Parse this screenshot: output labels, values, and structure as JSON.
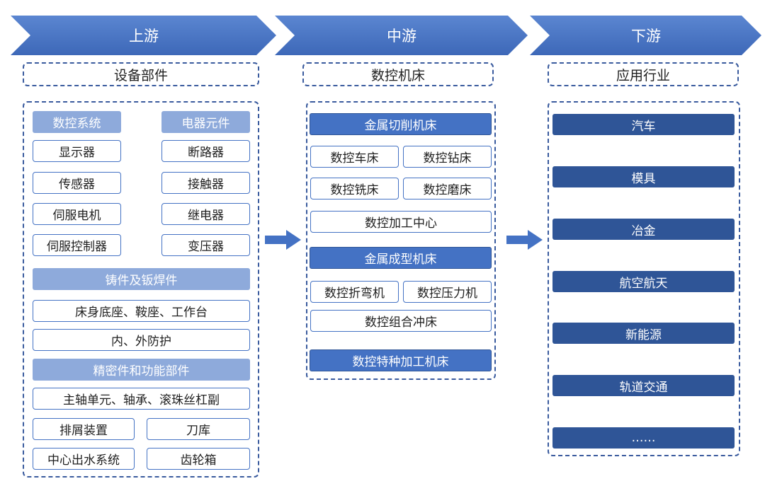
{
  "colors": {
    "accent": "#4472c4",
    "light": "#8eaadb",
    "dark": "#2f5597"
  },
  "stages": [
    "上游",
    "中游",
    "下游"
  ],
  "upstream": {
    "title": "设备部件",
    "systems": {
      "label": "数控系统",
      "items": [
        "显示器",
        "传感器",
        "伺服电机",
        "伺服控制器"
      ]
    },
    "electrical": {
      "label": "电器元件",
      "items": [
        "断路器",
        "接触器",
        "继电器",
        "变压器"
      ]
    },
    "castings": {
      "label": "铸件及钣焊件",
      "items": [
        "床身底座、鞍座、工作台",
        "内、外防护"
      ]
    },
    "precision": {
      "label": "精密件和功能部件",
      "items": [
        "主轴单元、轴承、滚珠丝杠副",
        "排屑装置",
        "刀库",
        "中心出水系统",
        "齿轮箱"
      ]
    }
  },
  "midstream": {
    "title": "数控机床",
    "cutting": {
      "label": "金属切削机床",
      "items": [
        "数控车床",
        "数控钻床",
        "数控铣床",
        "数控磨床",
        "数控加工中心"
      ]
    },
    "forming": {
      "label": "金属成型机床",
      "items": [
        "数控折弯机",
        "数控压力机",
        "数控组合冲床"
      ]
    },
    "special": {
      "label": "数控特种加工机床"
    }
  },
  "downstream": {
    "title": "应用行业",
    "items": [
      "汽车",
      "模具",
      "冶金",
      "航空航天",
      "新能源",
      "轨道交通",
      "……"
    ]
  }
}
